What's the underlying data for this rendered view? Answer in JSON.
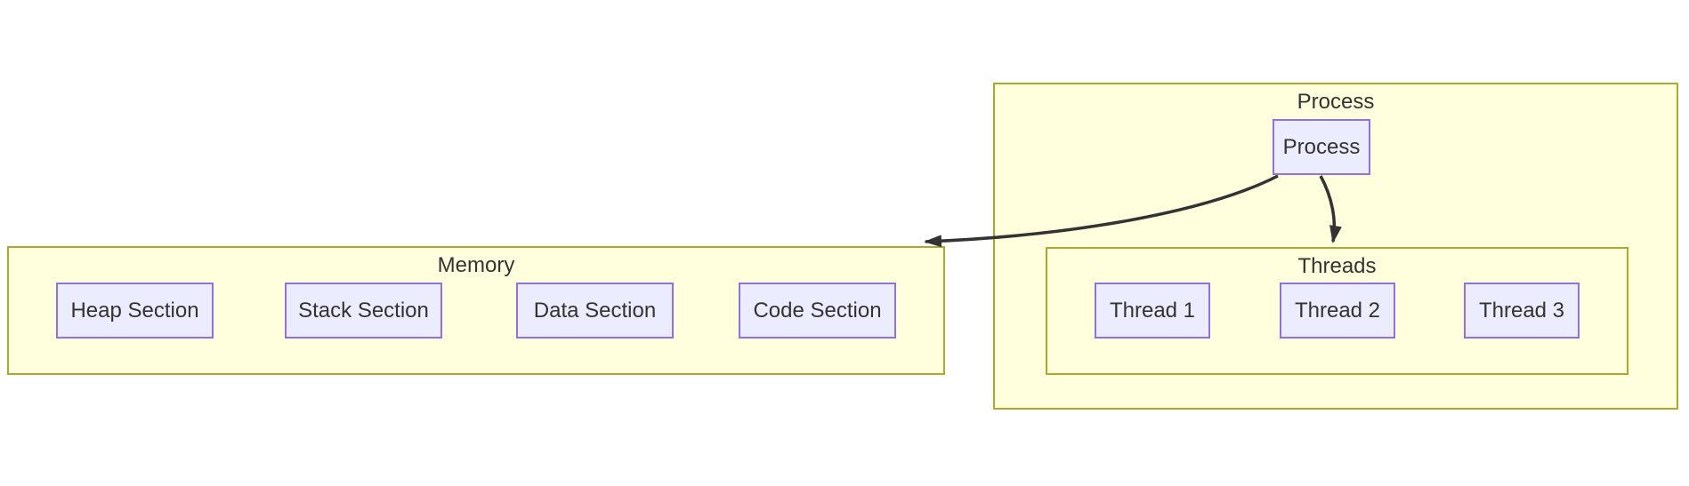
{
  "colors": {
    "background": "#ffffff",
    "cluster_fill": "#ffffde",
    "cluster_border": "#aaaa33",
    "node_fill": "#ececff",
    "node_border": "#9370db",
    "edge": "#333333",
    "text": "#333333"
  },
  "diagram": {
    "clusters": {
      "memory": {
        "title": "Memory",
        "nodes": [
          {
            "label": "Heap Section"
          },
          {
            "label": "Stack Section"
          },
          {
            "label": "Data Section"
          },
          {
            "label": "Code Section"
          }
        ]
      },
      "process": {
        "title": "Process",
        "node": {
          "label": "Process"
        }
      },
      "threads": {
        "title": "Threads",
        "nodes": [
          {
            "label": "Thread 1"
          },
          {
            "label": "Thread 2"
          },
          {
            "label": "Thread 3"
          }
        ]
      }
    },
    "edges": [
      {
        "from": "Process",
        "to": "Memory"
      },
      {
        "from": "Process",
        "to": "Threads"
      }
    ]
  }
}
